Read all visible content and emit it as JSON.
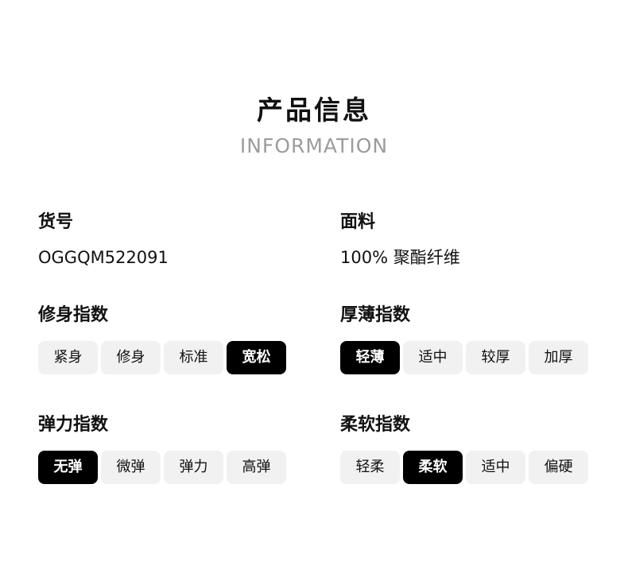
{
  "page": {
    "title": "产品信息",
    "subtitle": "INFORMATION"
  },
  "fields": [
    {
      "label": "货号",
      "value": "OGGQM522091"
    },
    {
      "label": "面料",
      "value": "100% 聚酯纤维"
    }
  ],
  "indexes": [
    {
      "label": "修身指数",
      "options": [
        "紧身",
        "修身",
        "标准",
        "宽松"
      ],
      "selected": 3
    },
    {
      "label": "厚薄指数",
      "options": [
        "轻薄",
        "适中",
        "较厚",
        "加厚"
      ],
      "selected": 0
    },
    {
      "label": "弹力指数",
      "options": [
        "无弹",
        "微弹",
        "弹力",
        "高弹"
      ],
      "selected": 0
    },
    {
      "label": "柔软指数",
      "options": [
        "轻柔",
        "柔软",
        "适中",
        "偏硬"
      ],
      "selected": 1
    }
  ],
  "colors": {
    "selected_bg": "#000000",
    "selected_text": "#ffffff",
    "pill_bg": "#f1f1f2",
    "subtitle_color": "#9c9c9c",
    "text_main": "#111111"
  }
}
